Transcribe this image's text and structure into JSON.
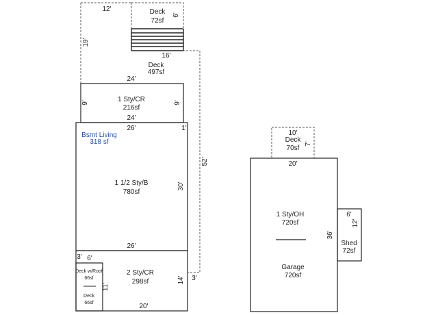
{
  "sketch": {
    "areas": {
      "deck_top": {
        "name": "Deck",
        "area": "72sf"
      },
      "deck_main": {
        "name": "Deck",
        "area": "497sf"
      },
      "one_sty_cr": {
        "name": "1 Sty/CR",
        "area": "216sf"
      },
      "bsmt_living": {
        "name": "Bsmt Living",
        "area": "318 sf"
      },
      "one_half_sty": {
        "name": "1 1/2 Sty/B",
        "area": "780sf"
      },
      "two_sty_cr": {
        "name": "2 Sty/CR",
        "area": "298sf"
      },
      "deck_roof": {
        "name": "Deck w/Roof",
        "area": "66sf"
      },
      "deck_bottom": {
        "name": "Deck",
        "area": "66sf"
      },
      "deck_garage": {
        "name": "Deck",
        "area": "70sf"
      },
      "one_sty_oh": {
        "name": "1 Sty/OH",
        "area": "720sf"
      },
      "garage": {
        "name": "Garage",
        "area": "720sf"
      },
      "shed": {
        "name": "Shed",
        "area": "72sf"
      }
    },
    "dimensions": {
      "d12": "12'",
      "d6_top": "6'",
      "d19": "19'",
      "d16": "16'",
      "d24_a": "24'",
      "d9_left": "9'",
      "d9_right": "9'",
      "d24_b": "24'",
      "d26_top": "26'",
      "d1": "1'",
      "d52": "52'",
      "d30": "30'",
      "d26_mid": "26'",
      "d3_left": "3'",
      "d6_mid": "6'",
      "d11": "11'",
      "d14": "14'",
      "d3_right": "3'",
      "d20_bottom": "20'",
      "d10": "10'",
      "d7": "7'",
      "d20_garage": "20'",
      "d36": "36'",
      "d6_shed": "6'",
      "d12_shed": "12'"
    }
  }
}
